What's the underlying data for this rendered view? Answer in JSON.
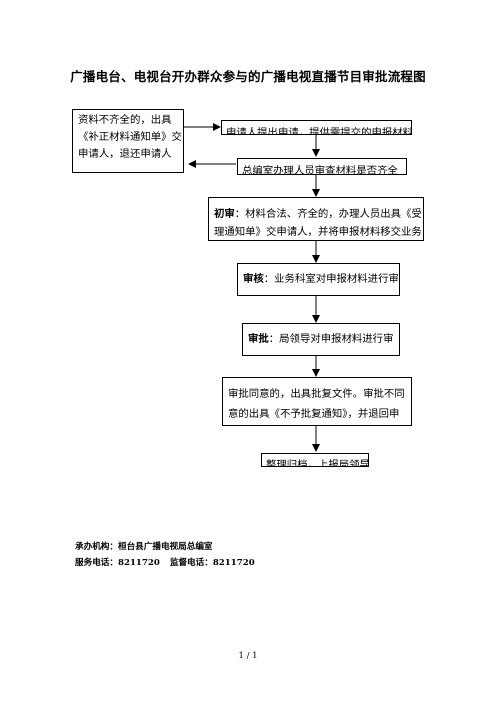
{
  "title": "广播电台、电视台开办群众参与的广播电视直播节目审批流程图",
  "boxes": {
    "incomplete": {
      "line1": "资料不齐全的，出具",
      "line2": "《补正材料通知单》交",
      "line3": "申请人，退还申请人"
    },
    "apply": {
      "line1": "申请人提出申请，提供需提交的申报材料"
    },
    "accept": {
      "line1": "总编室办理人员审查材料是否齐全"
    },
    "prelim": {
      "label": "初审",
      "line1": "：材料合法、齐全的，办理人员出具《受",
      "line2": "理通知单》交申请人，并将申报材料移交业务"
    },
    "review": {
      "label": "审核",
      "line1": "：业务科室对申报材料进行审"
    },
    "approve": {
      "label": "审批",
      "line1": "：局领导对申报材料进行审"
    },
    "result": {
      "line1": "审批同意的，出具批复文件。审批不同",
      "line2": "意的出具《不予批复通知》，并退回申"
    },
    "done": {
      "line1": "整理归档，上报局领导"
    }
  },
  "footer": {
    "org_label": "承办机构：",
    "org": "桓台县广播电视局总编室",
    "service_label": "服务电话：",
    "service": "8211720",
    "supervise_label": "监督电话：",
    "supervise": "8211720"
  },
  "page": "1 / 1"
}
